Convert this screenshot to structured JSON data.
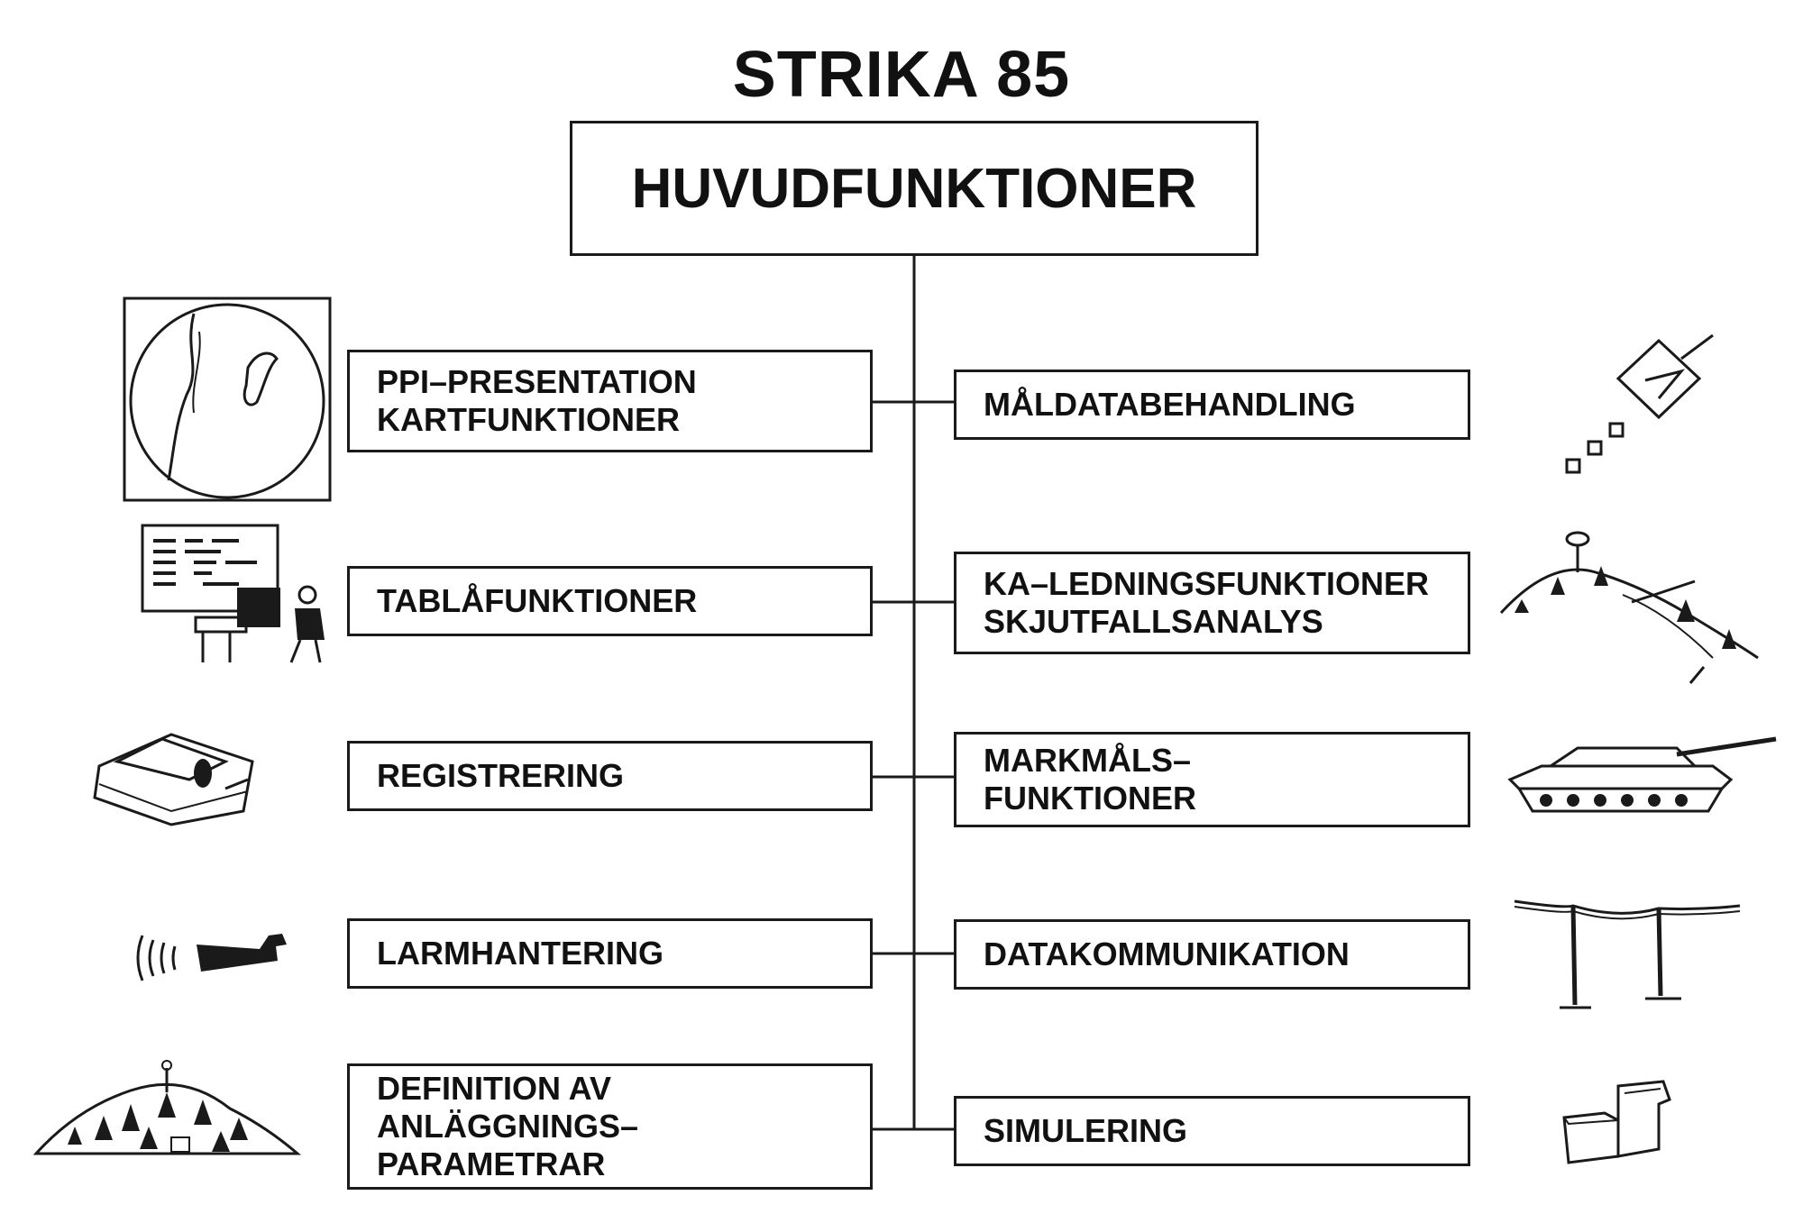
{
  "title": "STRIKA 85",
  "main_box": "HUVUDFUNKTIONER",
  "left_functions": [
    {
      "lines": [
        "PPI–PRESENTATION",
        "KARTFUNKTIONER"
      ],
      "icon": "radar-map-icon"
    },
    {
      "lines": [
        "TABLÅFUNKTIONER"
      ],
      "icon": "operator-console-icon"
    },
    {
      "lines": [
        "REGISTRERING"
      ],
      "icon": "printer-icon"
    },
    {
      "lines": [
        "LARMHANTERING"
      ],
      "icon": "alarm-horn-icon"
    },
    {
      "lines": [
        "DEFINITION AV",
        "ANLÄGGNINGS–",
        "PARAMETRAR"
      ],
      "icon": "terrain-installation-icon"
    }
  ],
  "right_functions": [
    {
      "lines": [
        "MÅLDATABEHANDLING"
      ],
      "icon": "target-track-icon"
    },
    {
      "lines": [
        "KA–LEDNINGSFUNKTIONER",
        "SKJUTFALLSANALYS"
      ],
      "icon": "hill-gun-position-icon"
    },
    {
      "lines": [
        "MARKMÅLS–",
        "FUNKTIONER"
      ],
      "icon": "tank-icon"
    },
    {
      "lines": [
        "DATAKOMMUNIKATION"
      ],
      "icon": "telephone-line-icon"
    },
    {
      "lines": [
        "SIMULERING"
      ],
      "icon": "simulator-desk-icon"
    }
  ]
}
